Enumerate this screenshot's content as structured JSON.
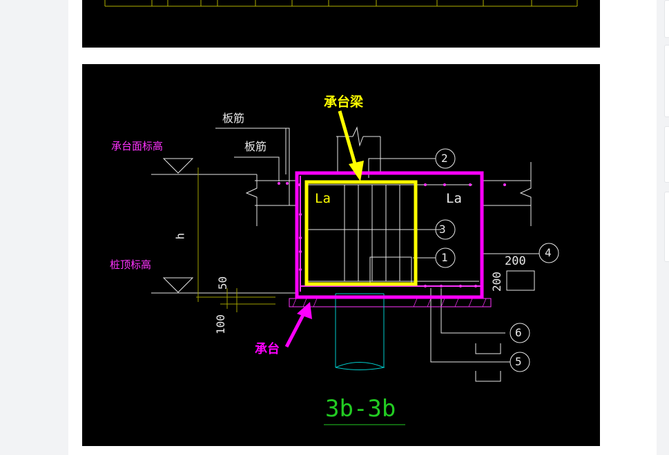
{
  "diagram": {
    "labels": {
      "beam": "承台梁",
      "cap": "承台",
      "slab_rebar_1": "板筋",
      "slab_rebar_2": "板筋",
      "cap_top_elev": "承台面标高",
      "pile_top_elev": "桩顶标高",
      "la_left": "La",
      "la_right": "La",
      "h": "h",
      "dim_50": "50",
      "dim_100": "100",
      "dim_200_h": "200",
      "dim_200_v": "200",
      "section_title": "3b-3b"
    },
    "callouts": [
      "2",
      "3",
      "1",
      "4",
      "6",
      "5"
    ]
  },
  "colors": {
    "highlight_cap": "#ff00ff",
    "highlight_beam": "#ffff00",
    "cad_background": "#000000",
    "cad_magenta": "#ff33ff",
    "cad_white": "#e8e8e8",
    "cad_yellow_line": "#c8c800",
    "cad_cyan": "#00cccc",
    "cad_green": "#22cc22"
  }
}
